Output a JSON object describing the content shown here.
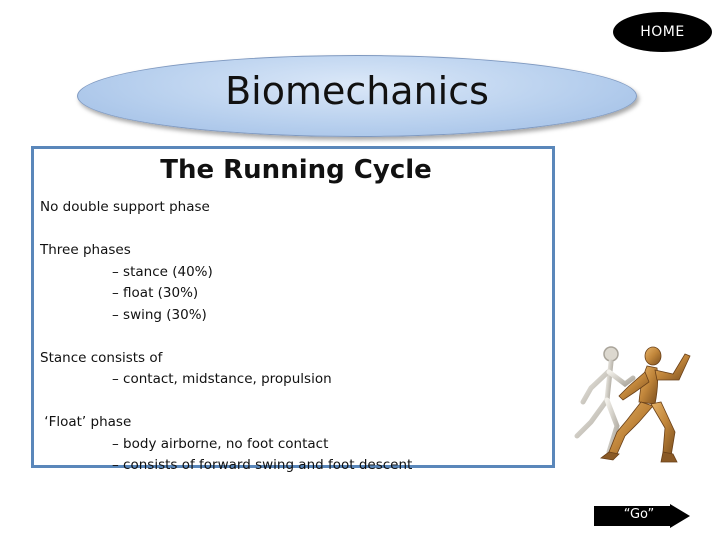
{
  "home_button": {
    "label": "HOME"
  },
  "title": "Biomechanics",
  "content": {
    "heading": "The Running Cycle",
    "lines": [
      {
        "text": "No double support phase",
        "indent": false
      },
      {
        "text": "",
        "indent": false
      },
      {
        "text": "Three phases",
        "indent": false
      },
      {
        "text": "– stance (40%)",
        "indent": true
      },
      {
        "text": "– float (30%)",
        "indent": true
      },
      {
        "text": "– swing (30%)",
        "indent": true
      },
      {
        "text": "",
        "indent": false
      },
      {
        "text": "Stance consists of",
        "indent": false
      },
      {
        "text": "– contact, midstance, propulsion",
        "indent": true
      },
      {
        "text": "",
        "indent": false
      },
      {
        "text": " ‘Float’ phase",
        "indent": false
      },
      {
        "text": "– body airborne, no foot contact",
        "indent": true
      },
      {
        "text": "– consists of forward swing and foot descent",
        "indent": true
      }
    ]
  },
  "go_button": {
    "label": "“Go”"
  },
  "colors": {
    "box_border": "#5a87ba",
    "ellipse_fill": "#b8d0ee",
    "home_bg": "#000000",
    "go_bg": "#000000"
  },
  "icons": {
    "runner_image": "running-anatomy-figure-icon",
    "go_arrow": "right-arrow-icon"
  }
}
